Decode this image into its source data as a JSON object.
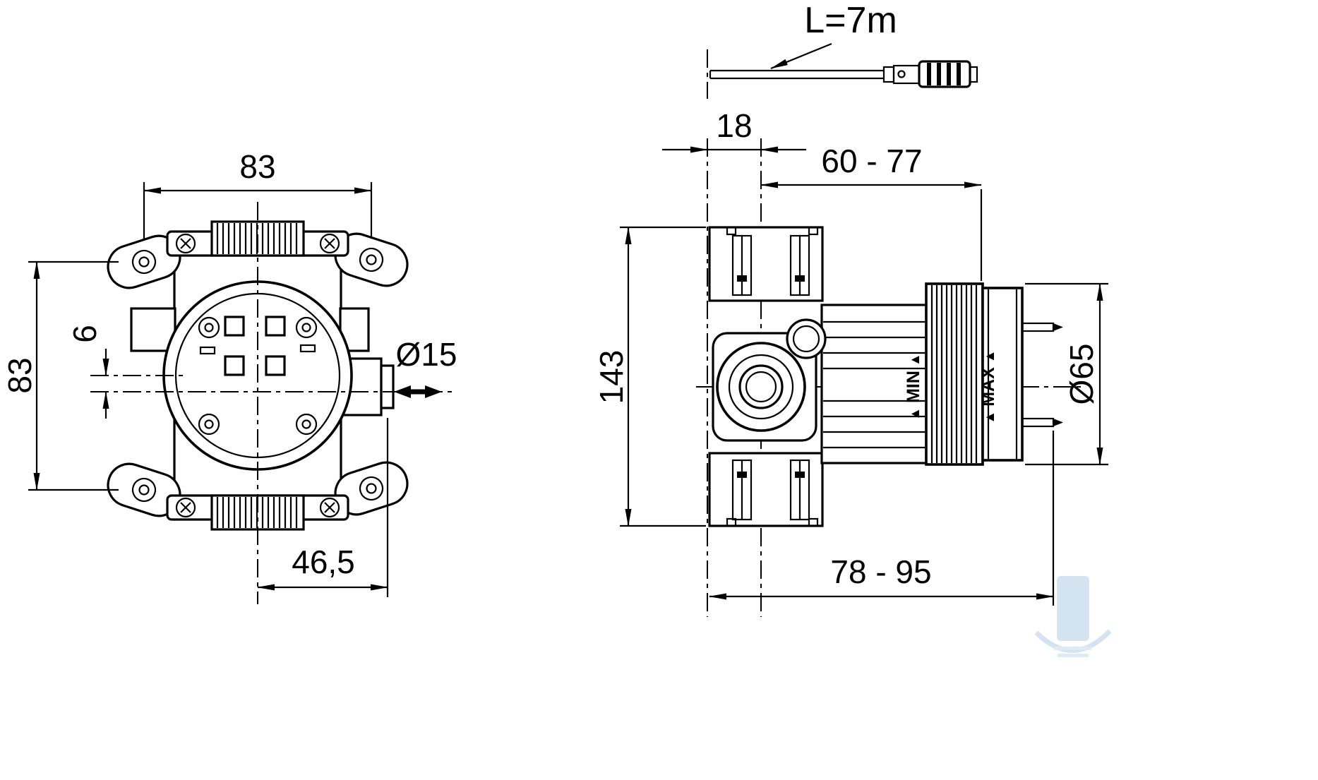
{
  "page": {
    "background": "#ffffff",
    "line_color": "#000000",
    "watermark_color": "#cfe1ef"
  },
  "front_view": {
    "dim_top_width": "83",
    "dim_left_height": "83",
    "dim_offset": "6",
    "dim_outlet_diameter": "Ø15",
    "dim_bottom_offset": "46,5"
  },
  "side_view": {
    "cable_length_label": "L=7m",
    "dim_flange_depth": "18",
    "dim_depth_range_top": "60 - 77",
    "dim_body_height": "143",
    "dim_sleeve_diameter": "Ø65",
    "dim_depth_range_bottom": "78 - 95",
    "min_label": "MIN",
    "max_label": "MAX"
  },
  "icons": {
    "triangle_marker": "▲"
  }
}
